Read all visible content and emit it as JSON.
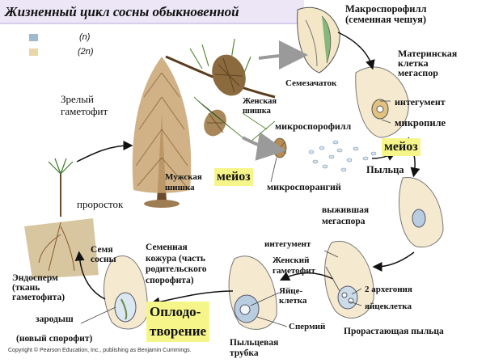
{
  "title": "Жизненный цикл сосны обыкновенной",
  "legend": [
    {
      "color": "#9fb9cf",
      "label": "(n)"
    },
    {
      "color": "#e9d7a8",
      "label": "(2n)"
    }
  ],
  "labels": {
    "megasporophyll": "Макроспорофилл\n(семенная чешуя)",
    "ovule": "Семезачаток",
    "megaspore_mother": "Материнская\nклетка\nмегаспор",
    "mature_gametophyte": "Зрелый\nгаметофит",
    "female_cone": "Женская\nшишка",
    "integument_top": "интегумент",
    "micropyle": "микропиле",
    "microsporophyll": "микроспорофилл",
    "male_cone": "Мужская\nшишка",
    "microsporangium": "микроспорангий",
    "pollen": "Пыльца",
    "seedling": "проросток",
    "surviving_megaspore": "выжившая\nмегаспора",
    "pine_seed": "Семя\nсосны",
    "seed_coat": "Семенная\nкожура (часть\nродительского\nспорофита)",
    "integument_mid": "интегумент",
    "female_gametophyte": "Женский\nгаметофит",
    "endosperm": "Эндосперм\n(ткань\nгаметофита)",
    "egg_cell": "Яйце-\nклетка",
    "archegonia": "2 архегония",
    "egg_cell_small": "яйцеклетка",
    "embryo": "зародыш",
    "sperm": "Спермий",
    "new_sporophyte": "(новый спорофит)",
    "germinating_pollen": "Прорастающая пыльца",
    "pollen_tube": "Пыльцевая\nтрубка"
  },
  "highlights": {
    "meiosis_left": "мейоз",
    "meiosis_right": "мейоз",
    "fertilization": "Оплодо-\nтворение"
  },
  "copyright": "Copyright © Pearson Education, Inc., publishing as Benjamin Cummings."
}
